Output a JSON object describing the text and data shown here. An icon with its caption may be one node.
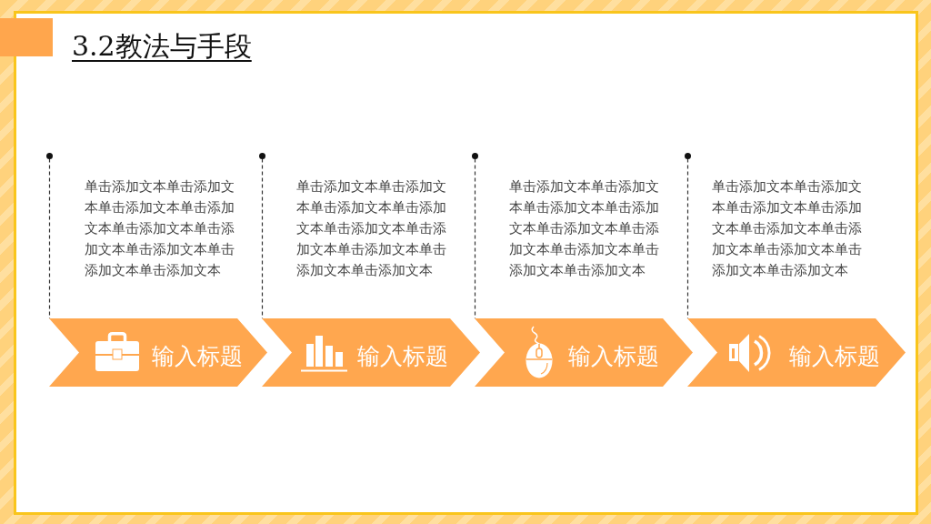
{
  "diagram": {
    "title": "3.2教法与手段",
    "nodes": [
      {
        "text": [],
        "shape": "circle"
      },
      {
        "text": [],
        "shape": "circle"
      },
      {
        "text": [],
        "shape": "circle"
      },
      {
        "text": [],
        "shape": "circle"
      },
      {
        "text": [
          "输入标题"
        ],
        "beside": [
          "单击添加文本单击添加文本单击添加文本单击添加文本单击添加文本单击添加文本单击添加文本单击添加文本单击添加文本"
        ]
      },
      {
        "text": [
          "输入标题"
        ],
        "beside": [
          "单击添加文本单击添加文本单击添加文本单击添加文本单击添加文本单击添加文本单击添加文本单击添加文本单击添加文本"
        ]
      },
      {
        "text": [
          "输入标题"
        ],
        "beside": [
          "单击添加文本单击添加文本单击添加文本单击添加文本单击添加文本单击添加文本单击添加文本单击添加文本单击添加文本"
        ]
      },
      {
        "text": [
          "输入标题"
        ],
        "beside": [
          "单击添加文本单击添加文本单击添加文本单击添加文本单击添加文本单击添加文本单击添加文本单击添加文本单击添加文本"
        ]
      }
    ],
    "edges": [
      {
        "from": 0,
        "to": 4,
        "arrow": "none",
        "style": "dashed"
      },
      {
        "from": 1,
        "to": 5,
        "arrow": "none",
        "style": "dashed"
      },
      {
        "from": 2,
        "to": 6,
        "arrow": "none",
        "style": "dashed"
      },
      {
        "from": 3,
        "to": 7,
        "arrow": "none",
        "style": "dashed"
      }
    ]
  }
}
